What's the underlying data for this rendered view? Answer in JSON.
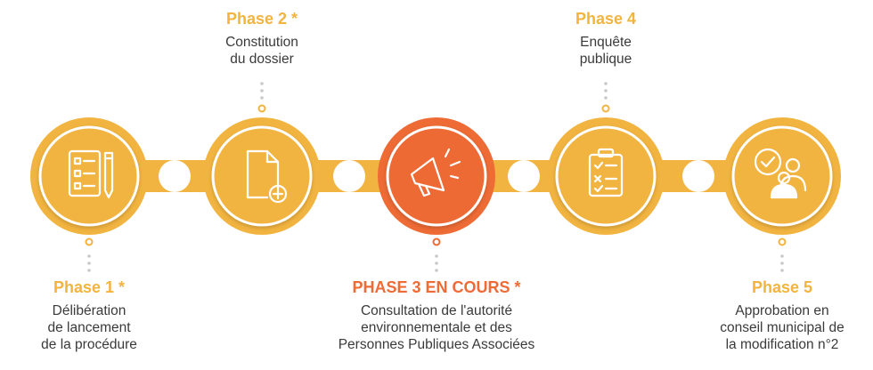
{
  "colors": {
    "accent": "#f2b440",
    "current": "#ee6b35",
    "ring_shadow": "#e9a437"
  },
  "phases": [
    {
      "title": "Phase 1 *",
      "description": "Délibération\nde lancement\nde la procédure",
      "icon": "checklist-pencil-icon",
      "current": false
    },
    {
      "title": "Phase 2 *",
      "description": "Constitution\ndu dossier",
      "icon": "document-add-icon",
      "current": false
    },
    {
      "title": "PHASE 3 EN COURS *",
      "description": "Consultation de l'autorité\nenvironnementale et des\nPersonnes Publiques Associées",
      "icon": "megaphone-icon",
      "current": true
    },
    {
      "title": "Phase 4",
      "description": "Enquête\npublique",
      "icon": "clipboard-checklist-icon",
      "current": false
    },
    {
      "title": "Phase 5",
      "description": "Approbation en\nconseil municipal de\nla modification n°2",
      "icon": "users-approval-icon",
      "current": false
    }
  ]
}
